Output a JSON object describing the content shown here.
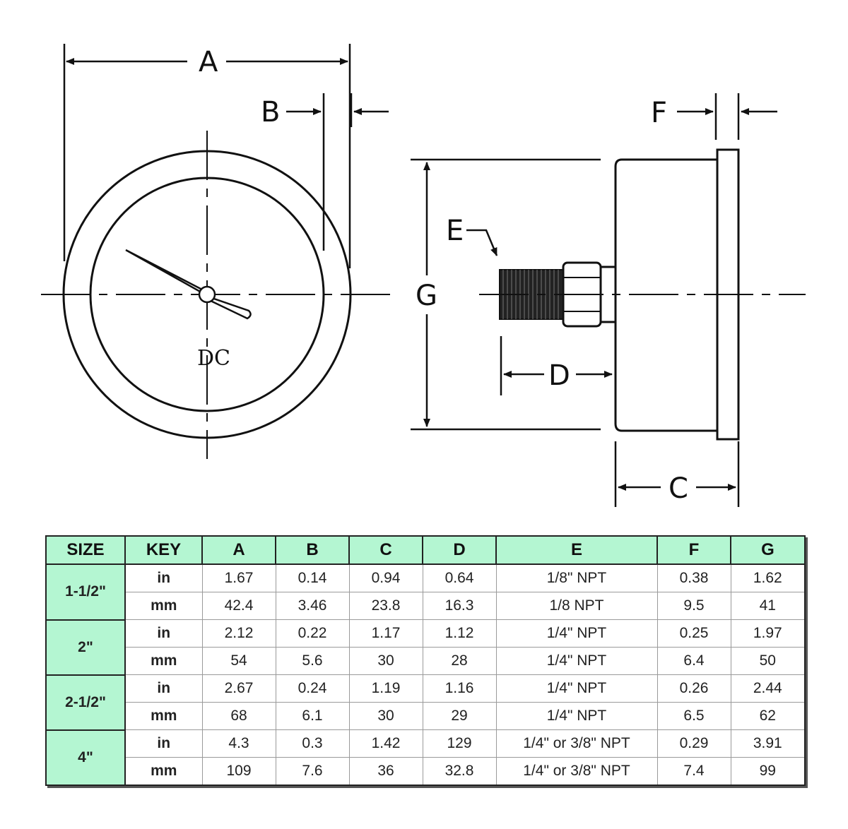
{
  "labels": {
    "a": "A",
    "b": "B",
    "c": "C",
    "d": "D",
    "e": "E",
    "f": "F",
    "g": "G",
    "dc": "DC"
  },
  "table": {
    "headers": [
      "SIZE",
      "KEY",
      "A",
      "B",
      "C",
      "D",
      "E",
      "F",
      "G"
    ],
    "groups": [
      {
        "size": "1-1/2\"",
        "rows": [
          {
            "key": "in",
            "values": [
              "1.67",
              "0.14",
              "0.94",
              "0.64",
              "1/8\" NPT",
              "0.38",
              "1.62"
            ]
          },
          {
            "key": "mm",
            "values": [
              "42.4",
              "3.46",
              "23.8",
              "16.3",
              "1/8 NPT",
              "9.5",
              "41"
            ]
          }
        ]
      },
      {
        "size": "2\"",
        "rows": [
          {
            "key": "in",
            "values": [
              "2.12",
              "0.22",
              "1.17",
              "1.12",
              "1/4\" NPT",
              "0.25",
              "1.97"
            ]
          },
          {
            "key": "mm",
            "values": [
              "54",
              "5.6",
              "30",
              "28",
              "1/4\" NPT",
              "6.4",
              "50"
            ]
          }
        ]
      },
      {
        "size": "2-1/2\"",
        "rows": [
          {
            "key": "in",
            "values": [
              "2.67",
              "0.24",
              "1.19",
              "1.16",
              "1/4\" NPT",
              "0.26",
              "2.44"
            ]
          },
          {
            "key": "mm",
            "values": [
              "68",
              "6.1",
              "30",
              "29",
              "1/4\" NPT",
              "6.5",
              "62"
            ]
          }
        ]
      },
      {
        "size": "4\"",
        "rows": [
          {
            "key": "in",
            "values": [
              "4.3",
              "0.3",
              "1.42",
              "129",
              "1/4\" or 3/8\" NPT",
              "0.29",
              "3.91"
            ]
          },
          {
            "key": "mm",
            "values": [
              "109",
              "7.6",
              "36",
              "32.8",
              "1/4\" or 3/8\" NPT",
              "7.4",
              "99"
            ]
          }
        ]
      }
    ]
  }
}
